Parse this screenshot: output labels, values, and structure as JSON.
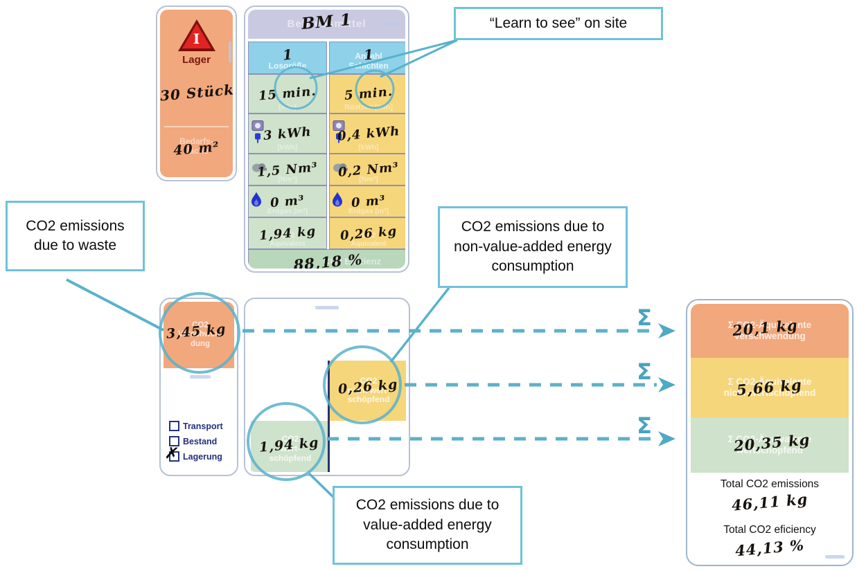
{
  "sigma": "Σ",
  "colors": {
    "accent_cyan": "#58b2cc",
    "orange": "#f1a87c",
    "yellow": "#f6d67b",
    "green": "#cfe2cb",
    "green_dark": "#b9d7ba",
    "lavender": "#c9c9e2",
    "cyan_cell": "#8ed1e8",
    "navy": "#25307c",
    "red": "#e2231f"
  },
  "callouts": {
    "learn_to_see": "“Learn to see” on site",
    "waste": "CO2 emissions\ndue to waste",
    "non_value_added": "CO2 emissions due to\nnon-value-added energy\nconsumption",
    "value_added": "CO2 emissions due to\nvalue-added energy\nconsumption"
  },
  "inventory_card": {
    "triangle_letter": "I",
    "label": "Lager",
    "stock": "30 Stück",
    "area": "40 m²",
    "area_label": "Bedarfs-\nfläche"
  },
  "machine_card": {
    "title": "Betriebsmittel",
    "title_hand": "BM 1",
    "col1": {
      "label": "Losgröße",
      "value": "1"
    },
    "col2": {
      "label": "Anzahl\nSchichten",
      "value": "1"
    },
    "rows": [
      {
        "left_value": "15 min.",
        "right_value": "5 min.",
        "left_label": "[min]",
        "right_label": "Rüstzeit [min]",
        "icon": "none"
      },
      {
        "left_value": "3 kWh",
        "right_value": "0,4 kWh",
        "left_label": "[kWh]",
        "right_label": "[kWh]",
        "icon": "electricity-icon"
      },
      {
        "left_value": "1,5 Nm³",
        "right_value": "0,2 Nm³",
        "left_label": "[Nm³]",
        "right_label": "[Nm³]",
        "icon": "compressed-air-icon"
      },
      {
        "left_value": "0 m³",
        "right_value": "0 m³",
        "left_label": "Erdgas [m³]",
        "right_label": "Erdgas [m³]",
        "icon": "gas-flame-icon"
      },
      {
        "left_value": "1,94 kg",
        "right_value": "0,26 kg",
        "left_label": "CO2\nÄquivalent",
        "right_label": "CO2\nÄquivalent",
        "icon": "none"
      }
    ],
    "efficiency": {
      "label": "CO2 Effizienz",
      "value": "88,18 %"
    }
  },
  "waste_card": {
    "label": "CO2\nVerschwen-\ndung",
    "value": "3,45 kg",
    "check_mark": "✗",
    "checkboxes": [
      {
        "label": "Transport",
        "checked": false
      },
      {
        "label": "Bestand",
        "checked": false
      },
      {
        "label": "Lagerung",
        "checked": true
      }
    ]
  },
  "flow_card": {
    "nva_label": "CO2\nnicht wert-\nschöpfend",
    "nva_value": "0,26 kg",
    "va_label": "CO2\nwert-\nschöpfend",
    "va_value": "1,94 kg"
  },
  "summary_card": {
    "sections": [
      {
        "label": "Σ CO2-Äquivalente\nVerschwendung",
        "value": "20,1 kg"
      },
      {
        "label": "Σ CO2-Äquivalente\nnicht-wertschöpfend",
        "value": "5,66 kg"
      },
      {
        "label": "Σ CO2-Äquivalente\nwertschöpfend",
        "value": "20,35 kg"
      }
    ],
    "total_emissions_label": "Total CO2 emissions",
    "total_emissions_value": "46,11 kg",
    "total_efficiency_label": "Total CO2 eficiency",
    "total_efficiency_value": "44,13 %"
  }
}
